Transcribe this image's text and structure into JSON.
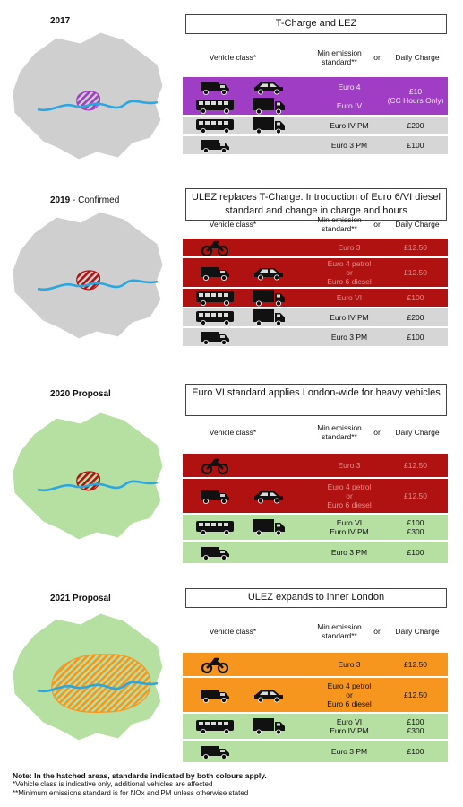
{
  "sections": [
    {
      "year": "2017",
      "year_suffix": "",
      "map_fill": "#cfcfcf",
      "zone": "central",
      "zone_color": "#9f3ec4",
      "title": "T-Charge and LEZ",
      "headers": {
        "vehicle": "Vehicle class*",
        "min": "Min emission standard**",
        "or": "or",
        "charge": "Daily Charge"
      },
      "rows": [
        {
          "fill": "purple",
          "sub": [
            {
              "vehicles": [
                "van",
                "car"
              ],
              "std": [
                "Euro 4"
              ]
            },
            {
              "vehicles": [
                "bus",
                "truck"
              ],
              "std": [
                "Euro IV"
              ]
            }
          ],
          "charge": [
            "£10",
            "(CC Hours Only)"
          ]
        },
        {
          "fill": "grey",
          "vehicles": [
            "bus",
            "truck"
          ],
          "std": [
            "Euro IV PM"
          ],
          "charge": [
            "£200"
          ]
        },
        {
          "fill": "grey",
          "vehicles": [
            "van"
          ],
          "std": [
            "Euro 3 PM"
          ],
          "charge": [
            "£100"
          ]
        }
      ]
    },
    {
      "year": "2019",
      "year_suffix": " - Confirmed",
      "map_fill": "#cfcfcf",
      "zone": "central",
      "zone_color": "#b01212",
      "title": "ULEZ replaces T-Charge. Introduction of Euro 6/VI diesel standard and change in charge and hours",
      "headers": {
        "vehicle": "Vehicle class*",
        "min": "Min emission standard**",
        "or": "or",
        "charge": "Daily Charge"
      },
      "rows": [
        {
          "fill": "red",
          "vehicles": [
            "moto"
          ],
          "std": [
            "Euro 3"
          ],
          "charge": [
            "£12.50"
          ]
        },
        {
          "fill": "red",
          "vehicles": [
            "van",
            "car"
          ],
          "std": [
            "Euro 4 petrol",
            "or",
            "Euro 6 diesel"
          ],
          "charge": [
            "£12.50"
          ]
        },
        {
          "fill": "red",
          "vehicles": [
            "bus",
            "truck"
          ],
          "std": [
            "Euro VI"
          ],
          "charge": [
            "£100"
          ]
        },
        {
          "fill": "grey",
          "vehicles": [
            "bus",
            "truck"
          ],
          "std": [
            "Euro IV PM"
          ],
          "charge": [
            "£200"
          ]
        },
        {
          "fill": "grey",
          "vehicles": [
            "van"
          ],
          "std": [
            "Euro 3 PM"
          ],
          "charge": [
            "£100"
          ]
        }
      ]
    },
    {
      "year": "2020 Proposal",
      "year_suffix": "",
      "map_fill": "#b6dfa2",
      "zone": "central",
      "zone_color": "#b01212",
      "title": "Euro VI standard applies London-wide for heavy vehicles",
      "headers": {
        "vehicle": "Vehicle class*",
        "min": "Min emission standard**",
        "or": "or",
        "charge": "Daily Charge"
      },
      "rows": [
        {
          "fill": "red",
          "vehicles": [
            "moto"
          ],
          "std": [
            "Euro 3"
          ],
          "charge": [
            "£12.50"
          ]
        },
        {
          "fill": "red",
          "vehicles": [
            "van",
            "car"
          ],
          "std": [
            "Euro 4 petrol",
            "or",
            "Euro 6 diesel"
          ],
          "charge": [
            "£12.50"
          ]
        },
        {
          "fill": "green",
          "vehicles": [
            "bus",
            "truck"
          ],
          "std": [
            "Euro VI",
            "Euro IV PM"
          ],
          "charge": [
            "£100",
            "£300"
          ]
        },
        {
          "fill": "green",
          "vehicles": [
            "van"
          ],
          "std": [
            "Euro 3 PM"
          ],
          "charge": [
            "£100"
          ]
        }
      ]
    },
    {
      "year": "2021 Proposal",
      "year_suffix": "",
      "map_fill": "#b6dfa2",
      "zone": "inner",
      "zone_color": "#f7961e",
      "title": "ULEZ expands to inner London",
      "headers": {
        "vehicle": "Vehicle class*",
        "min": "Min emission standard**",
        "or": "or",
        "charge": "Daily Charge"
      },
      "rows": [
        {
          "fill": "orange",
          "vehicles": [
            "moto"
          ],
          "std": [
            "Euro 3"
          ],
          "charge": [
            "£12.50"
          ]
        },
        {
          "fill": "orange",
          "vehicles": [
            "van",
            "car"
          ],
          "std": [
            "Euro 4 petrol",
            "or",
            "Euro 6 diesel"
          ],
          "charge": [
            "£12.50"
          ]
        },
        {
          "fill": "green",
          "vehicles": [
            "bus",
            "truck"
          ],
          "std": [
            "Euro VI",
            "Euro IV PM"
          ],
          "charge": [
            "£100",
            "£300"
          ]
        },
        {
          "fill": "green",
          "vehicles": [
            "van"
          ],
          "std": [
            "Euro 3 PM"
          ],
          "charge": [
            "£100"
          ]
        }
      ]
    }
  ],
  "notes": {
    "line1": "Note: In the hatched areas, standards indicated by both colours apply.",
    "line2": "*Vehicle class is indicative only, additional vehicles are affected",
    "line3": "**Minimum emissions standard is for NOx and PM unless otherwise stated"
  },
  "colors": {
    "river": "#2aa7e0",
    "purple": "#9f3ec4",
    "grey": "#d6d6d6",
    "red": "#b01212",
    "green": "#b6dfa2",
    "orange": "#f7961e"
  }
}
